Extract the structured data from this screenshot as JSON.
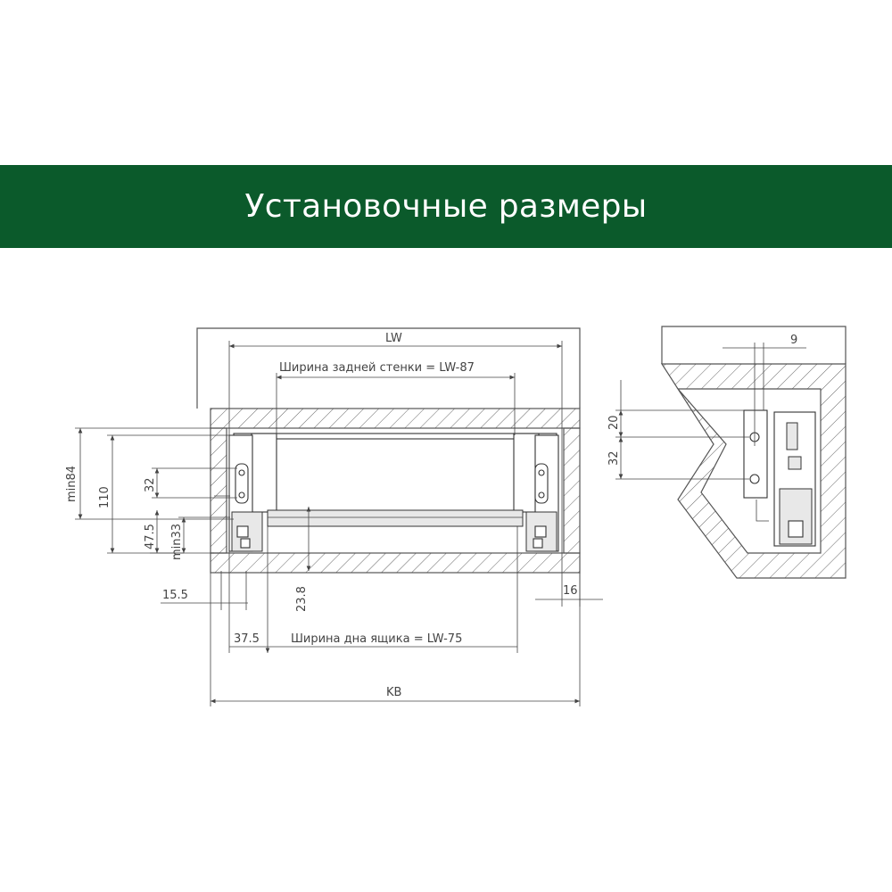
{
  "banner": {
    "title": "Установочные размеры"
  },
  "front_view": {
    "lw": "LW",
    "back_wall": "Ширина задней стенки = LW-87",
    "bottom_width": "Ширина дна ящика = LW-75",
    "kb": "KB",
    "min84": "min84",
    "d110": "110",
    "d32": "32",
    "d47_5": "47.5",
    "min33": "min33",
    "d15_5": "15.5",
    "d23_8": "23.8",
    "d37_5": "37.5",
    "d16": "16"
  },
  "side_view": {
    "d9": "9",
    "d20": "20",
    "d32": "32"
  },
  "colors": {
    "banner": "#0b5a2b",
    "lines": "#444444"
  }
}
